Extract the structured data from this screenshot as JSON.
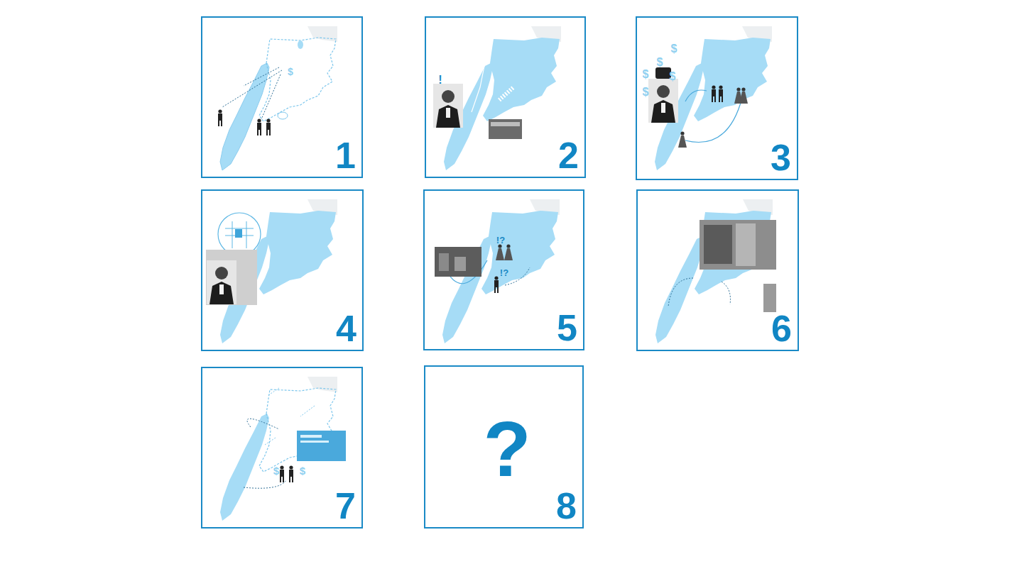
{
  "diagram": {
    "nodes": [
      {
        "text": [
          "$",
          "1"
        ]
      },
      {
        "text": [
          "!",
          "2"
        ]
      },
      {
        "text": [
          "$",
          "$",
          "$",
          "$",
          "$",
          "3"
        ]
      },
      {
        "text": [
          "4"
        ]
      },
      {
        "text": [
          "!?",
          "!?",
          "5"
        ]
      },
      {
        "text": [
          "6"
        ]
      },
      {
        "text": [
          "$",
          "$",
          "7"
        ]
      },
      {
        "text": [
          "?",
          "8"
        ]
      }
    ]
  }
}
